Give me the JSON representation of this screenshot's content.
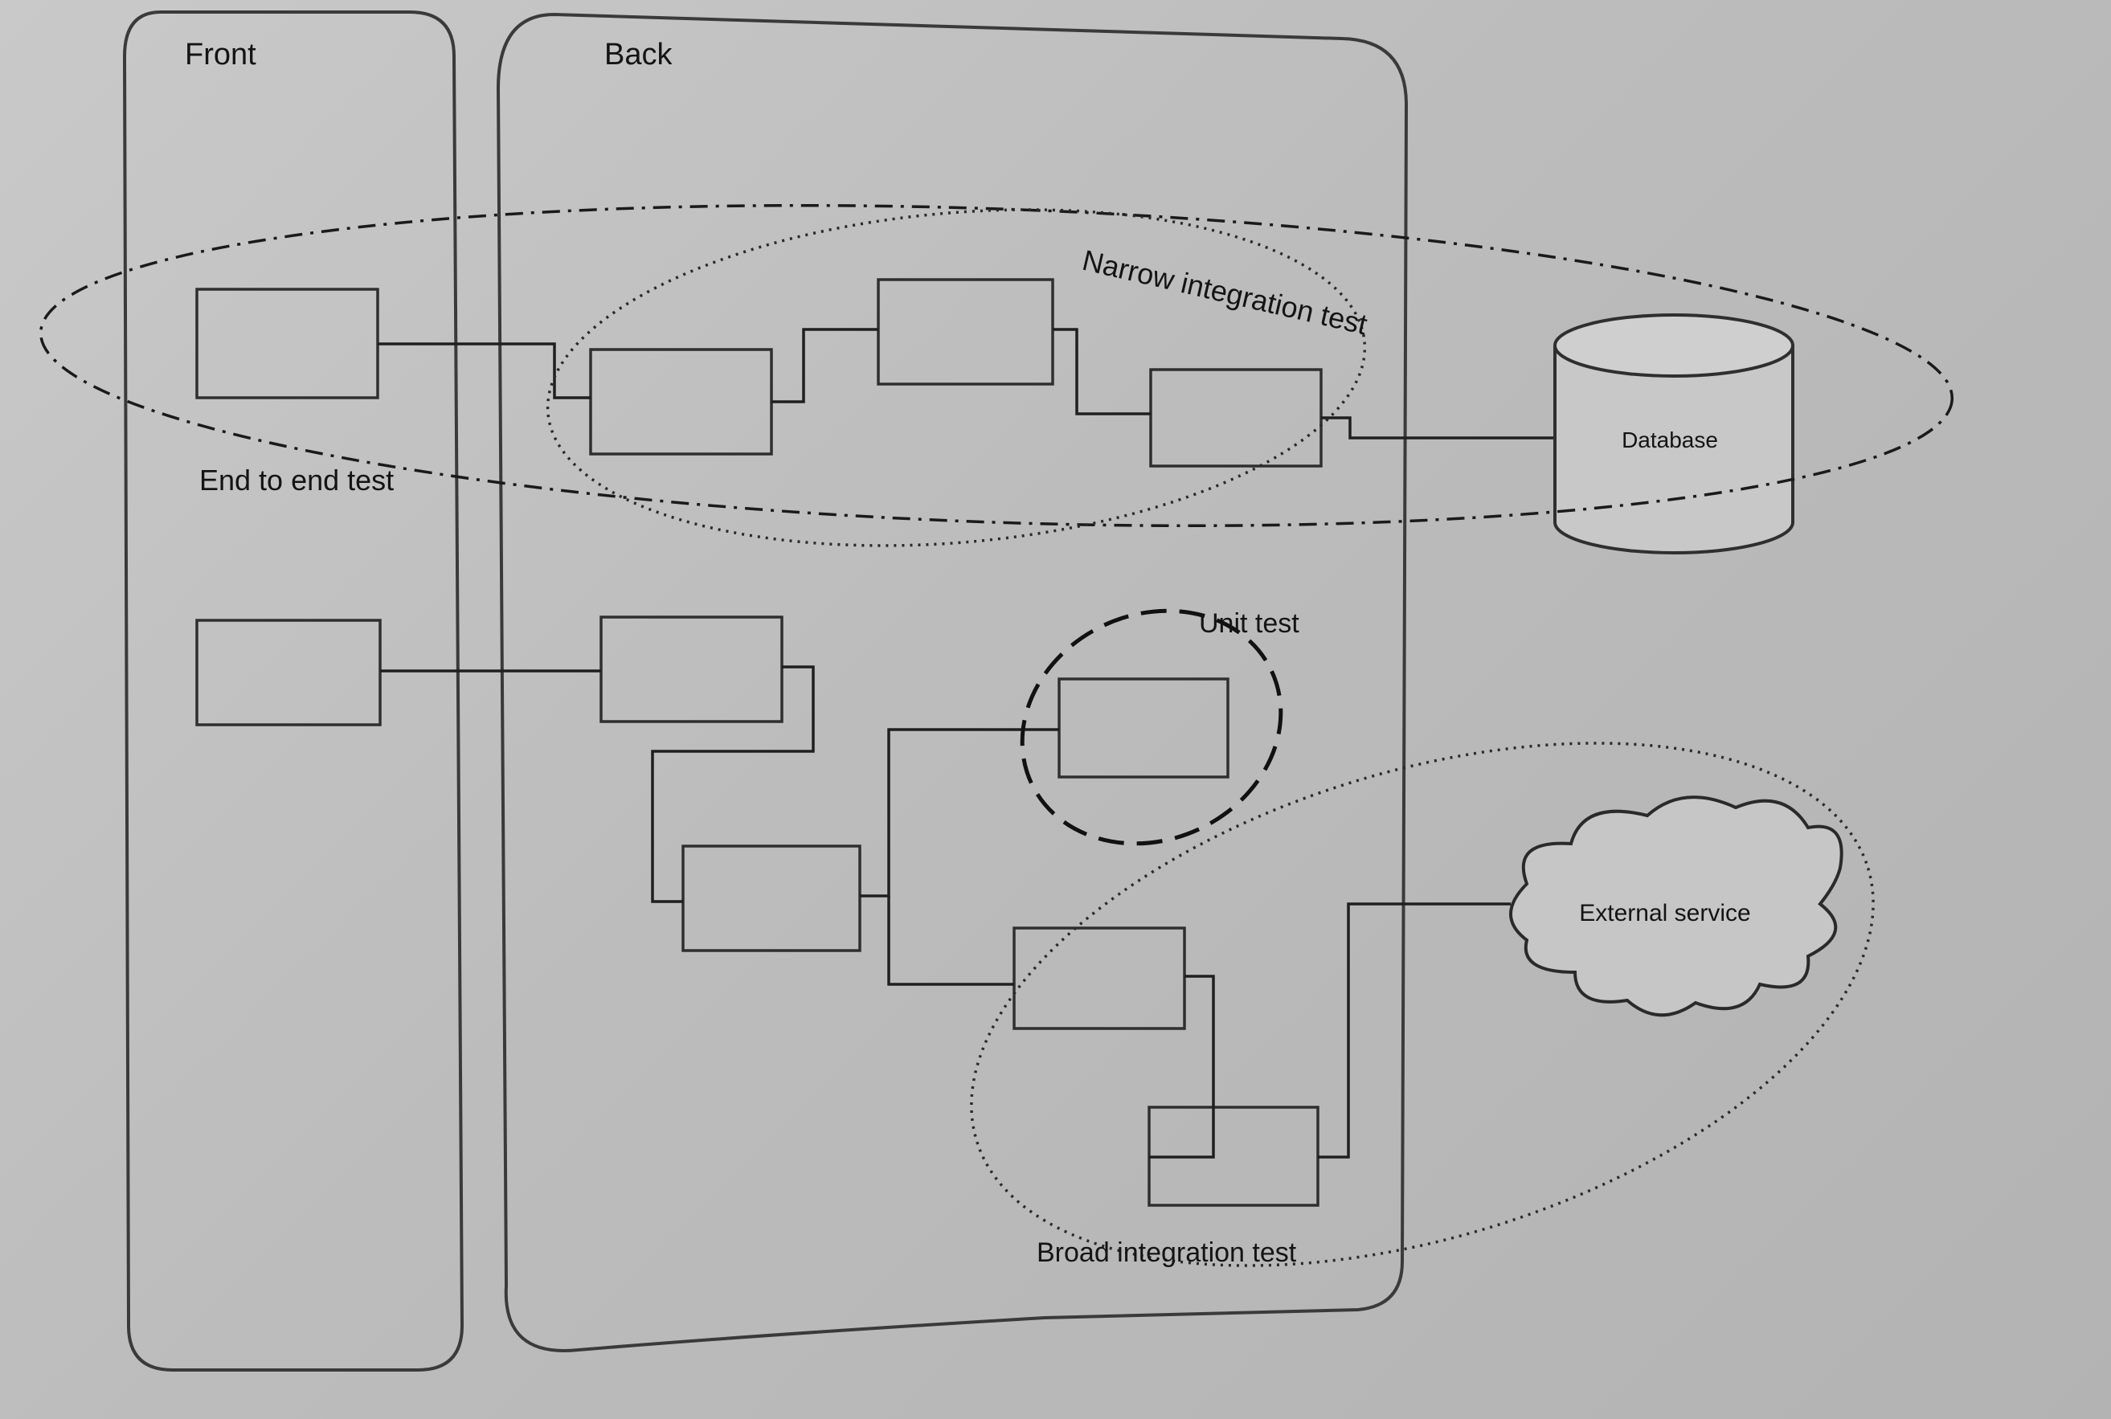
{
  "panels": {
    "front_label": "Front",
    "back_label": "Back"
  },
  "scopes": {
    "end_to_end": "End to end test",
    "narrow_integration": "Narrow integration test",
    "unit": "Unit test",
    "broad_integration": "Broad integration test"
  },
  "external": {
    "database": "Database",
    "external_service": "External service"
  }
}
